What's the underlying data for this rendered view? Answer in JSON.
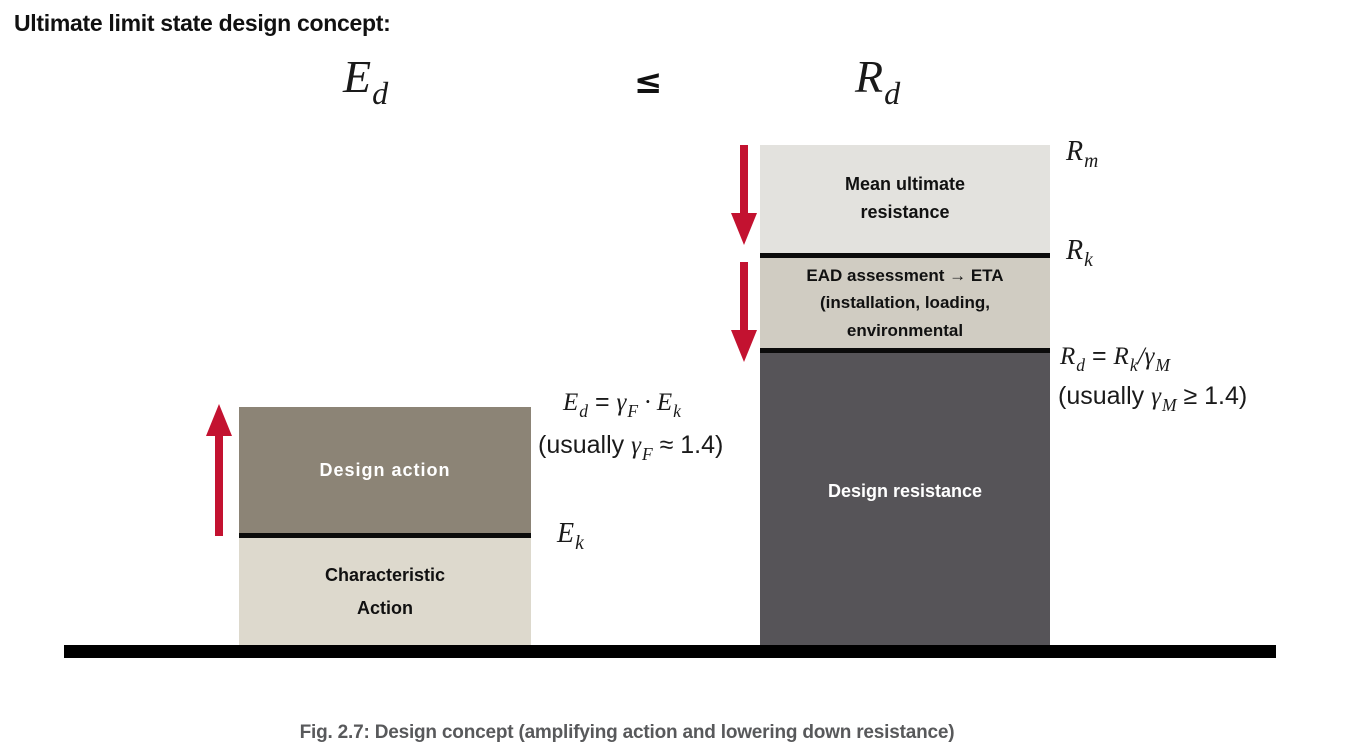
{
  "title": "Ultimate limit state design concept:",
  "header": {
    "left_base": "E",
    "left_sub": "d",
    "relation": "≤",
    "right_base": "R",
    "right_sub": "d"
  },
  "action_stack": {
    "design_action_label": "Design action",
    "characteristic_action_label": "Characteristic Action",
    "ek_base": "E",
    "ek_sub": "k",
    "formula": {
      "lhs_base": "E",
      "lhs_sub": "d",
      "equals": " = ",
      "gamma_base": "γ",
      "gamma_sub": "F",
      "dot": " · ",
      "rhs_base": "E",
      "rhs_sub": "k"
    },
    "usually": {
      "prefix": "(usually ",
      "gamma_base": "γ",
      "gamma_sub": "F",
      "suffix": " ≈ 1.4)"
    }
  },
  "resistance_stack": {
    "mean_label": "Mean ultimate resistance",
    "ead_label": "EAD assessment → ETA (installation, loading, environmental",
    "design_label": "Design resistance",
    "rm_base": "R",
    "rm_sub": "m",
    "rk_base": "R",
    "rk_sub": "k",
    "formula": {
      "lhs_base": "R",
      "lhs_sub": "d",
      "equals": " = ",
      "rhs_base": "R",
      "rhs_sub": "k",
      "slash": "/",
      "gamma_base": "γ",
      "gamma_sub": "M"
    },
    "usually": {
      "prefix": "(usually ",
      "gamma_base": "γ",
      "gamma_sub": "M",
      "suffix": " ≥ 1.4)"
    }
  },
  "caption": "Fig. 2.7: Design concept (amplifying action and lowering down resistance)",
  "colors": {
    "arrow_red": "#c31230",
    "mean_box": "#e3e2de",
    "ead_box": "#d0ccc2",
    "design_resistance_box": "#565458",
    "design_action_box": "#8c8476",
    "characteristic_box": "#ddd9cd",
    "divider_black": "#0b0b0b",
    "ground_black": "#000000",
    "caption_color": "#58595b",
    "box_text_dark": "#111111",
    "box_text_white": "#ffffff"
  }
}
